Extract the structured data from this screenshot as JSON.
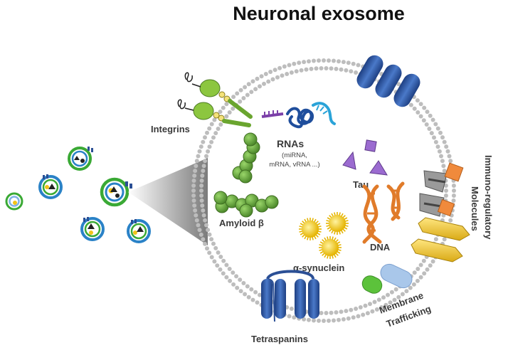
{
  "title": "Neuronal exosome",
  "labels": {
    "integrins": "Integrins",
    "rnas": "RNAs",
    "rnas_sub_1": "(miRNA,",
    "rnas_sub_2": "mRNA, vRNA ...)",
    "tau": "Tau",
    "amyloid": "Amyloid β",
    "dna": "DNA",
    "synuclein": "α-synuclein",
    "tetraspanins": "Tetraspanins",
    "membrane_1": "Membrane",
    "membrane_2": "Trafficking",
    "immuno_1": "Immuno-regulatory",
    "immuno_2": "Molecules"
  },
  "colors": {
    "membrane": "#bdbdbd",
    "integrin": "#8cc63f",
    "rna": "#1f4e9c",
    "tau": "#7b4fa8",
    "amyloid": "#5f9e3a",
    "dna": "#e07b2a",
    "synuclein": "#f2c318",
    "tetraspanin": "#2b4f95",
    "immuno_gray": "#8a8a8a",
    "immuno_orange": "#f08a3c",
    "immuno_gold": "#e8c23a",
    "trafficking_green": "#5cc23b",
    "trafficking_blue": "#a9c7ea"
  }
}
